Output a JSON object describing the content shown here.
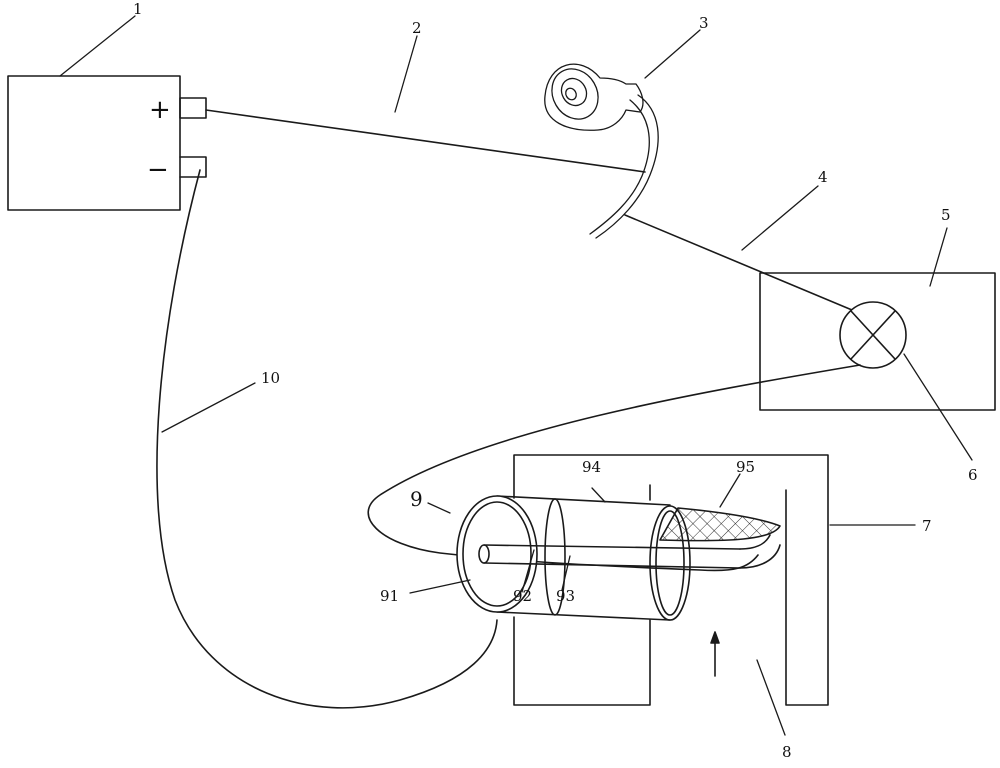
{
  "figure": {
    "colors": {
      "line": "#1a1a1a",
      "background": "#ffffff",
      "bulb": "#ffffff"
    },
    "battery": {
      "plus_sign": "+",
      "minus_sign": "−"
    },
    "labels": {
      "l1": "1",
      "l2": "2",
      "l3": "3",
      "l4": "4",
      "l5": "5",
      "l6": "6",
      "l7": "7",
      "l8": "8",
      "l9": "9",
      "l10": "10",
      "l91": "91",
      "l92": "92",
      "l93": "93",
      "l94": "94",
      "l95": "95"
    },
    "icons": [
      "battery-icon",
      "ear-cup-icon",
      "lamp-icon",
      "airflow-arrow-icon",
      "mesh-filter-icon"
    ]
  }
}
